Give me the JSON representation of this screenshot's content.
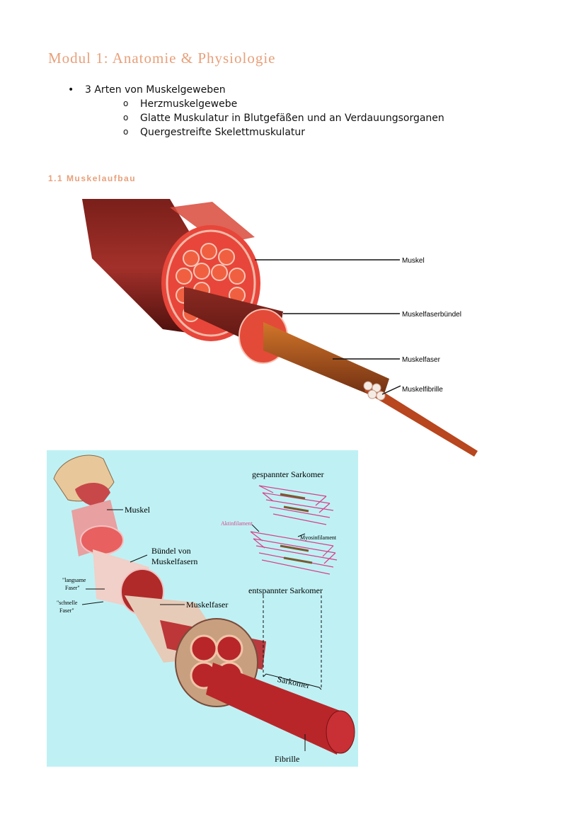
{
  "page": {
    "title": "Modul 1: Anatomie & Physiologie",
    "bullets": [
      {
        "label": "3 Arten von Muskelgeweben",
        "sub": [
          "Herzmuskelgewebe",
          "Glatte Muskulatur in Blutgefäßen und an Verdauungsorganen",
          "Quergestreifte Skelettmuskulatur"
        ]
      }
    ],
    "section_title": "1.1 Muskelaufbau"
  },
  "figure1": {
    "labels": {
      "muskel": "Muskel",
      "buendel": "Muskelfaserbündel",
      "faser": "Muskelfaser",
      "fibrille": "Muskelfibrille"
    }
  },
  "figure2": {
    "labels": {
      "gespannt": "gespannter Sarkomer",
      "aktin": "Aktinfilament",
      "myosin": "Myosinfilament",
      "entspannt": "entspannter Sarkomer",
      "muskel": "Muskel",
      "buendel_1": "Bündel von",
      "buendel_2": "Muskelfasern",
      "langsam_1": "\"langsame",
      "langsam_2": "Faser\"",
      "schnell_1": "\"schnelle",
      "schnell_2": "Faser\"",
      "muskelfaser": "Muskelfaser",
      "sarkomer": "Sarkomer",
      "fibrille": "Fibrille"
    },
    "colors": {
      "background": "#bff1f4",
      "muscle": "#b8262a",
      "filament": "#d8408c"
    }
  }
}
